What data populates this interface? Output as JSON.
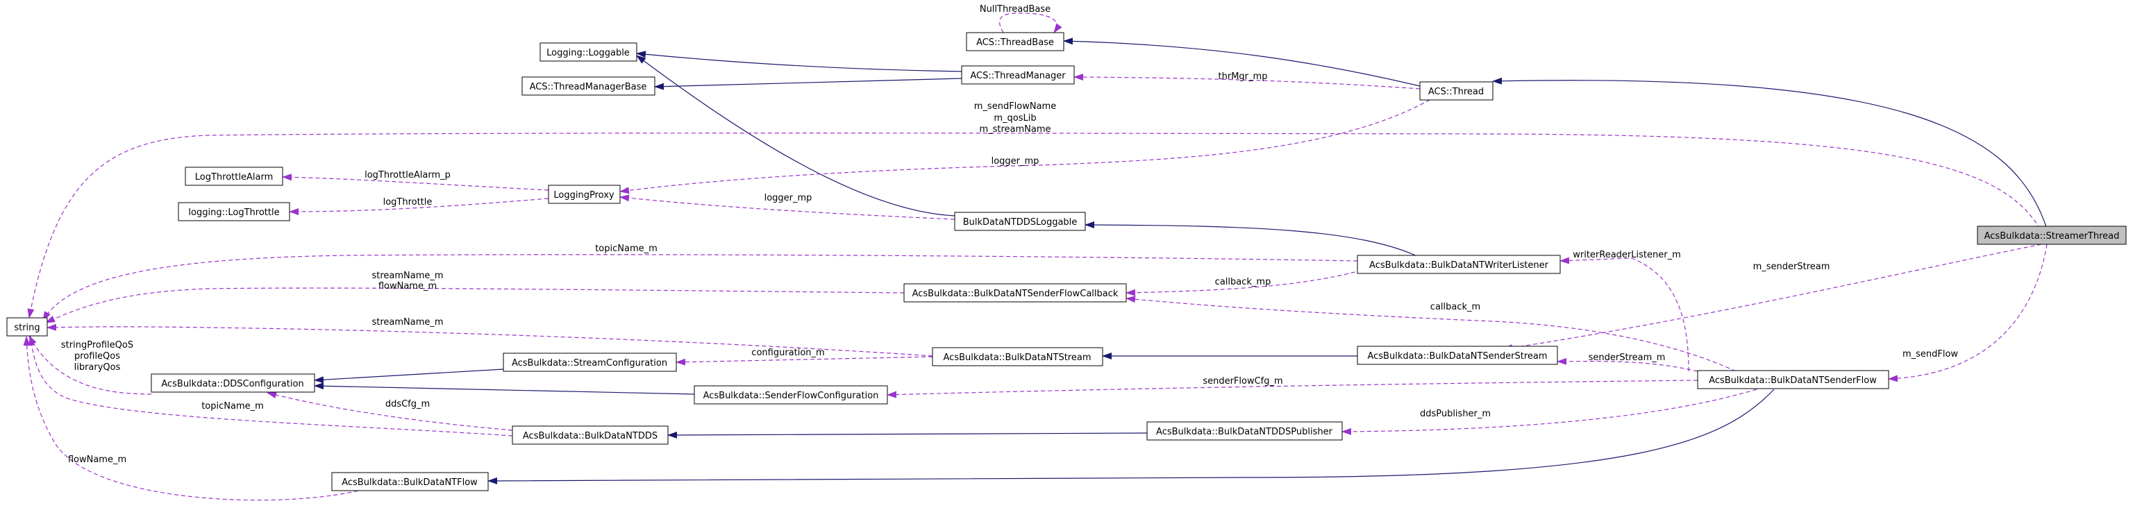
{
  "nodes": {
    "streamer_thread": "AcsBulkdata::StreamerThread",
    "thread_base": "ACS::ThreadBase",
    "loggable": "Logging::Loggable",
    "thread_manager": "ACS::ThreadManager",
    "thread_manager_base": "ACS::ThreadManagerBase",
    "thread": "ACS::Thread",
    "log_throttle_alarm": "LogThrottleAlarm",
    "log_throttle": "logging::LogThrottle",
    "logging_proxy": "LoggingProxy",
    "dds_loggable": "BulkDataNTDDSLoggable",
    "writer_listener": "AcsBulkdata::BulkDataNTWriterListener",
    "sender_flow_callback": "AcsBulkdata::BulkDataNTSenderFlowCallback",
    "string": "string",
    "stream_configuration": "AcsBulkdata::StreamConfiguration",
    "nt_stream": "AcsBulkdata::BulkDataNTStream",
    "sender_stream": "AcsBulkdata::BulkDataNTSenderStream",
    "dds_configuration": "AcsBulkdata::DDSConfiguration",
    "sender_flow_configuration": "AcsBulkdata::SenderFlowConfiguration",
    "sender_flow": "AcsBulkdata::BulkDataNTSenderFlow",
    "nt_dds": "AcsBulkdata::BulkDataNTDDS",
    "dds_publisher": "AcsBulkdata::BulkDataNTDDSPublisher",
    "nt_flow": "AcsBulkdata::BulkDataNTFlow"
  },
  "labels": {
    "null_thread_base": "NullThreadBase",
    "thr_mgr_mp": "thrMgr_mp",
    "m_send_flow_name": "m_sendFlowName",
    "m_qos_lib": "m_qosLib",
    "m_stream_name": "m_streamName",
    "logger_mp_thread": "logger_mp",
    "log_throttle_alarm_p": "logThrottleAlarm_p",
    "log_throttle": "logThrottle",
    "logger_mp_dds": "logger_mp",
    "topic_name_m_listener": "topicName_m",
    "stream_name_m_cb": "streamName_m",
    "flow_name_m_cb": "flowName_m",
    "callback_mp": "callback_mp",
    "writer_reader_listener_m": "writerReaderListener_m",
    "m_sender_stream": "m_senderStream",
    "callback_m": "callback_m",
    "stream_name_m_stream": "streamName_m",
    "configuration_m": "configuration_m",
    "sender_stream_m": "senderStream_m",
    "m_send_flow": "m_sendFlow",
    "string_profile_qos": "stringProfileQoS",
    "profile_qos": "profileQos",
    "library_qos": "libraryQos",
    "sender_flow_cfg_m": "senderFlowCfg_m",
    "topic_name_m_dds": "topicName_m",
    "dds_cfg_m": "ddsCfg_m",
    "dds_publisher_m": "ddsPublisher_m",
    "flow_name_m": "flowName_m"
  },
  "colors": {
    "inheritance": "#191970",
    "usage": "#9a32cd",
    "highlight_fill": "#bfbfbf"
  }
}
